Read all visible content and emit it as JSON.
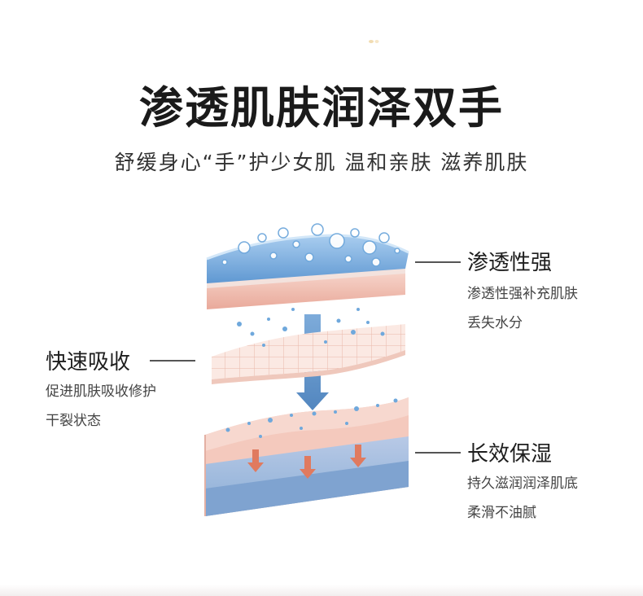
{
  "header": {
    "title": "渗透肌肤润泽双手",
    "subtitle": "舒缓身心“手”护少女肌 温和亲肤 滋养肌肤"
  },
  "callouts": {
    "penetration": {
      "title": "渗透性强",
      "lines": [
        "渗透性强补充肌肤",
        "丢失水分"
      ]
    },
    "absorption": {
      "title": "快速吸收",
      "lines": [
        "促进肌肤吸收修护",
        "干裂状态"
      ]
    },
    "moisturizing": {
      "title": "长效保湿",
      "lines": [
        "持久滋润润泽肌底",
        "柔滑不油腻"
      ]
    }
  },
  "colors": {
    "water_blue": "#6fa8dc",
    "skin_pink": "#f2c4b8",
    "deep_blue": "#7da3cf",
    "arrow_blue": "#4a86c5",
    "arrow_red": "#e07a5f"
  }
}
